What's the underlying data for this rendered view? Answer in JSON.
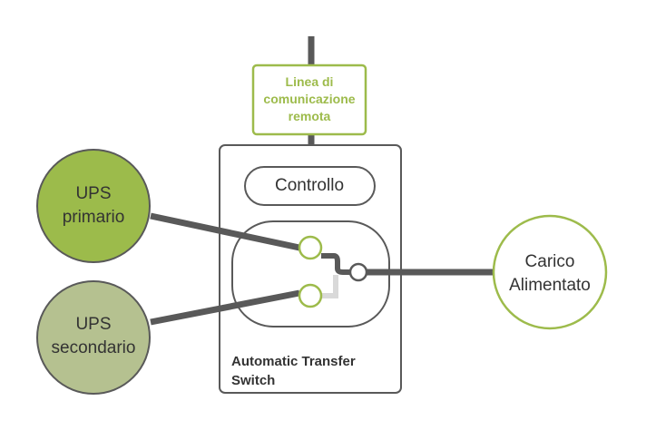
{
  "remote_line": {
    "lines": [
      "Linea di",
      "comunicazione",
      "remota"
    ]
  },
  "control": {
    "label": "Controllo"
  },
  "ups_primary": {
    "lines": [
      "UPS",
      "primario"
    ],
    "color": "#9cbb4b"
  },
  "ups_secondary": {
    "lines": [
      "UPS",
      "secondario"
    ],
    "color": "#b5c190"
  },
  "load": {
    "lines": [
      "Carico",
      "Alimentato"
    ]
  },
  "ats": {
    "lines": [
      "Automatic Transfer",
      "Switch"
    ]
  },
  "colors": {
    "accent_green": "#9dbb4b",
    "wire": "#595959",
    "box_border": "#595959",
    "inactive_link": "#d9d9d9"
  }
}
